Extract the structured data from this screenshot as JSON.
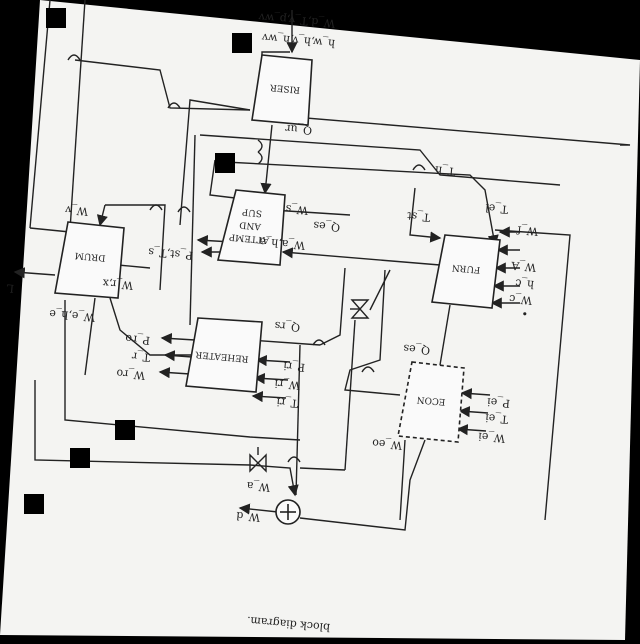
{
  "blocks": {
    "riser": "RISER",
    "drum": "DRUM",
    "sup_line1": "SUP",
    "sup_line2": "AND",
    "sup_line3": "ATTEMP",
    "furn": "FURN",
    "reheater": "REHEATER",
    "econ": "ECON"
  },
  "labels": {
    "riser_in_top": "W_d,T_v,p_wv",
    "riser_in_bottom": "h_w,h_v,h_wv",
    "q_ur": "Q_ur",
    "t_h": "T_h",
    "t_st": "T_st",
    "t_el": "T_el",
    "w_s": "W_s",
    "q_es": "Q_es",
    "w_a_h_a": "W_a,h_a",
    "p_st_t_s": "P_st,T_s",
    "w_v": "W_v",
    "w_r_x": "W_r,x",
    "w_e_h_e": "W_e,h_e",
    "l": "L",
    "q_rs": "Q_rs",
    "p_ro": "P_ro",
    "t_r": "T_r",
    "w_ro": "W_ro",
    "p_ri": "P_ri",
    "w_ri": "W_ri",
    "t_ri": "T_ri",
    "q_es2": "Q_es",
    "w_f": "W_f",
    "w_A": "W_A",
    "h_c": "h_c",
    "w_c": "W_c",
    "bullet": "•",
    "p_ei": "P_ei",
    "t_ei": "T_ei",
    "w_ei": "W_ei",
    "w_eo": "W_eo",
    "w_a": "W_a",
    "w_d": "W_d",
    "caption": "block diagram."
  }
}
